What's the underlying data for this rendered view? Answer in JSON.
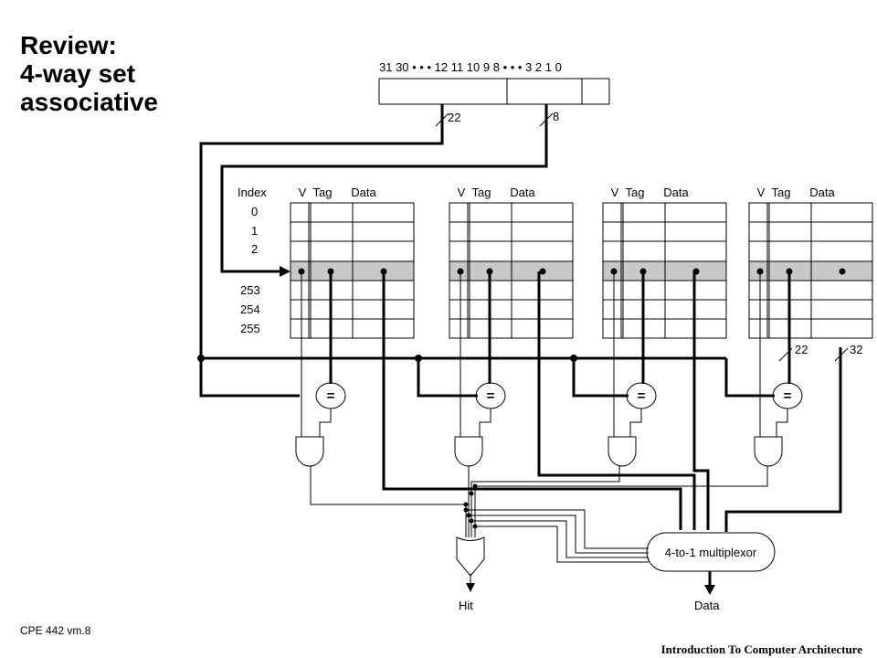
{
  "title": {
    "line1": "Review:",
    "line2": "4-way set",
    "line3": "associative"
  },
  "address": {
    "bit_label": "31 30 • • • 12 11 10 9 8 • • • 3 2 1 0",
    "tag_width": "22",
    "index_width": "8"
  },
  "table": {
    "index_header": "Index",
    "row_labels": [
      "0",
      "1",
      "2",
      "253",
      "254",
      "255"
    ],
    "columns": [
      "V",
      "Tag",
      "Data"
    ],
    "ways": 4
  },
  "bus_widths": {
    "tag_out": "22",
    "data_out": "32"
  },
  "comparator_symbol": "=",
  "mux_label": "4-to-1 multiplexor",
  "outputs": {
    "hit": "Hit",
    "data": "Data"
  },
  "footer": {
    "left": "CPE 442  vm.8",
    "right": "Introduction To Computer Architecture"
  }
}
